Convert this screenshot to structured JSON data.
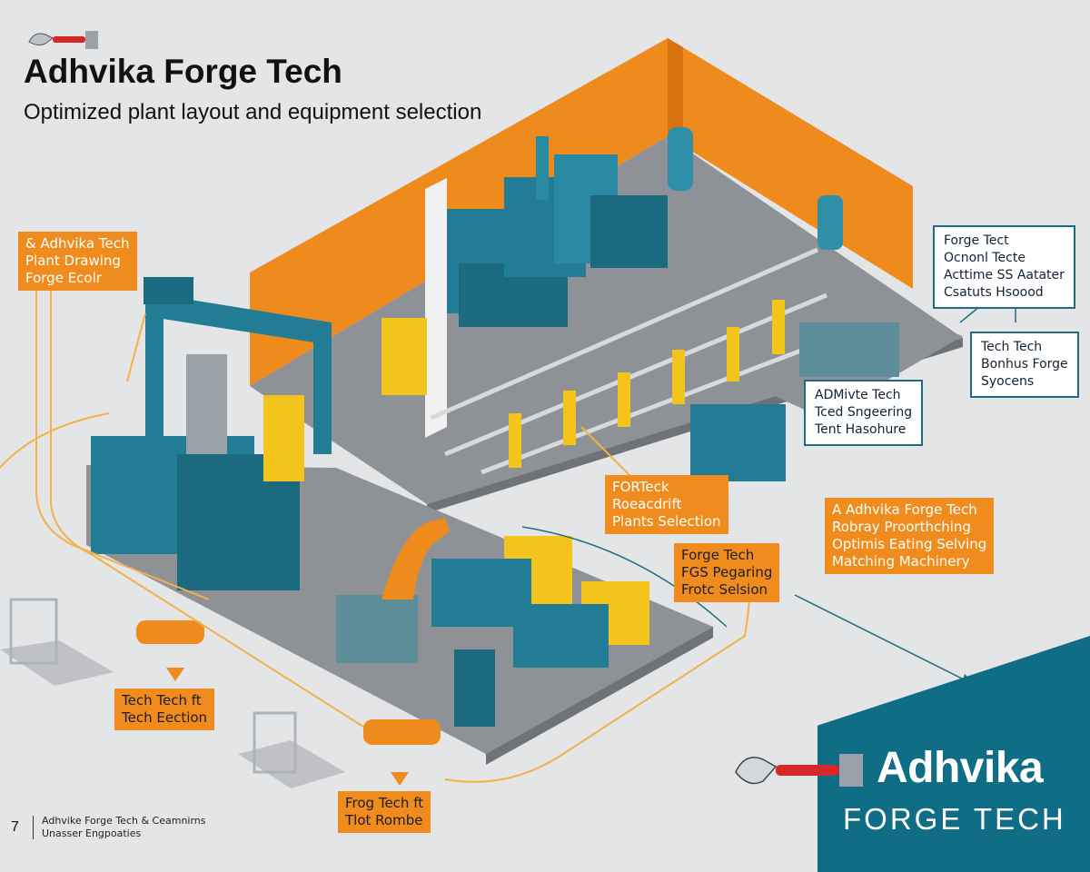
{
  "header": {
    "title": "Adhvika Forge Tech",
    "subtitle": "Optimized plant layout and equipment selection"
  },
  "callouts": [
    {
      "id": "tl",
      "lines": [
        "& Adhvika Tech",
        "Plant Drawing",
        "Forge Ecolr"
      ]
    },
    {
      "id": "mid1",
      "lines": [
        "FORTeck",
        "Roeacdrift",
        "Plants Selection"
      ]
    },
    {
      "id": "mid2",
      "lines": [
        "Forge Tech",
        "FGS Pegaring",
        "Frotc Selsion"
      ]
    },
    {
      "id": "right",
      "lines": [
        "A Adhvika Forge Tech",
        "Robray Proorthching",
        "Optimis Eating Selving",
        "Matching Machinery"
      ]
    },
    {
      "id": "bl",
      "lines": [
        "Tech Tech ft",
        "Tech Eection"
      ]
    },
    {
      "id": "bc",
      "lines": [
        "Frog Tech ft",
        "Tlot Rombe"
      ]
    }
  ],
  "info_boxes": [
    {
      "id": "ib1",
      "lines": [
        "Forge Tect",
        "Ocnonl Tecte",
        "Acttime SS Aatater",
        "Csatuts Hsoood"
      ]
    },
    {
      "id": "ib2",
      "lines": [
        "Tech Tech",
        "Bonhus Forge",
        "Syocens"
      ]
    },
    {
      "id": "ib3",
      "lines": [
        "ADMivte Tech",
        "Tced Sngeering",
        "Tent Hasohure"
      ]
    }
  ],
  "footer": {
    "page": "7",
    "lines": [
      "Adhvike Forge Tech & Ceamnirns",
      "Unasser Engpoaties"
    ]
  },
  "brand": {
    "name": "Adhvika",
    "sub": "FORGE TECH"
  },
  "colors": {
    "accent_orange": "#f08c1e",
    "brand_teal": "#0f6e85",
    "machine_teal": "#237c95",
    "machine_yellow": "#f2c41c",
    "floor_gray": "#8d9196"
  }
}
